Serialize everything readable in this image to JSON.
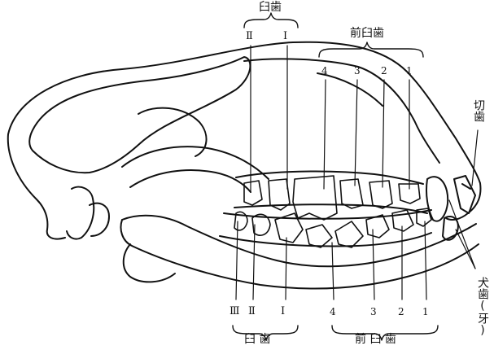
{
  "top": {
    "molars_title": "臼歯",
    "molars_roman": [
      "Ⅱ",
      "Ⅰ"
    ],
    "premolars_title": "前臼歯",
    "premolars_numbers": [
      "4",
      "3",
      "2",
      "1"
    ]
  },
  "right": {
    "incisors_label": "切歯",
    "canine_label": "犬歯(牙)"
  },
  "bottom": {
    "molars_roman": [
      "Ⅲ",
      "Ⅱ",
      "Ⅰ"
    ],
    "molars_title": "臼 歯",
    "premolars_numbers": [
      "4",
      "3",
      "2",
      "1"
    ],
    "premolars_title": "前 臼 歯"
  }
}
